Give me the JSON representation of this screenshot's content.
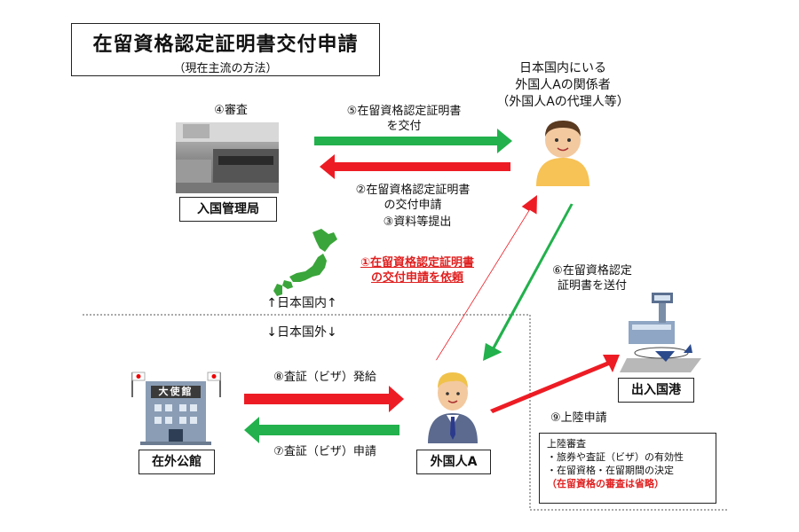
{
  "title": {
    "main": "在留資格認定証明書交付申請",
    "sub": "（現在主流の方法）"
  },
  "nodes": {
    "immigration_bureau": "入国管理局",
    "representative": [
      "日本国内にいる",
      "外国人Aの関係者",
      "（外国人Aの代理人等）"
    ],
    "foreigner": "外国人A",
    "embassy": "在外公館",
    "airport": "出入国港"
  },
  "building_sign": "大使館",
  "steps": {
    "s4": "④審査",
    "s5": [
      "⑤在留資格認定証明書",
      "を交付"
    ],
    "s2": [
      "②在留資格認定証明書",
      "の交付申請"
    ],
    "s3": "③資料等提出",
    "s1": [
      "①在留資格認定証明書",
      "の交付申請を依頼"
    ],
    "s6": [
      "⑥在留資格認定",
      "証明書を送付"
    ],
    "s8": "⑧査証（ビザ）発給",
    "s7": "⑦査証（ビザ）申請",
    "s9": "⑨上陸申請"
  },
  "border": {
    "inside": "↑日本国内↑",
    "outside": "↓日本国外↓"
  },
  "landing_notes": {
    "heading": "上陸審査",
    "items": [
      "・旅券や査証（ビザ）の有効性",
      "・在留資格・在留期間の決定"
    ],
    "note": "（在留資格の審査は省略）"
  },
  "colors": {
    "green_arrow": "#22b14c",
    "red_arrow": "#ed1c24",
    "japan_green": "#3aa53a",
    "person_shirt": "#f7c256"
  }
}
